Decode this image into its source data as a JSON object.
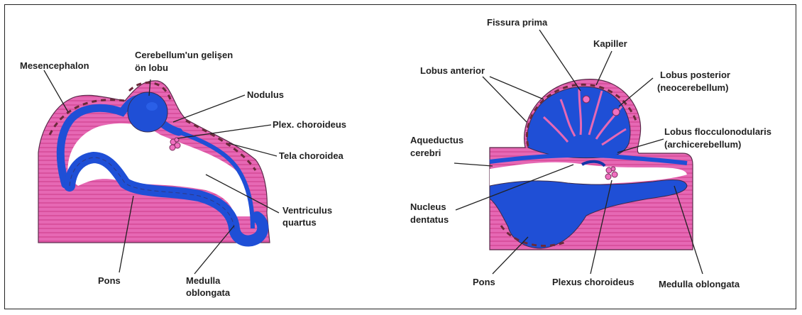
{
  "colors": {
    "tissue_pink": "#e05aa8",
    "tissue_pink_light": "#ef86c4",
    "neural_blue": "#1f4fd6",
    "neural_blue_dark": "#1436a8",
    "outline": "#3a2a4a",
    "plexus": "#f070c0"
  },
  "left_figure": {
    "labels": {
      "mesencephalon": "Mesencephalon",
      "cerebellum_line1": "Cerebellum'un gelişen",
      "cerebellum_line2": "ön lobu",
      "nodulus": "Nodulus",
      "plex_choroideus": "Plex. choroideus",
      "tela_choroidea": "Tela choroidea",
      "ventriculus_line1": "Ventriculus",
      "ventriculus_line2": "quartus",
      "pons": "Pons",
      "medulla_line1": "Medulla",
      "medulla_line2": "oblongata"
    }
  },
  "right_figure": {
    "labels": {
      "fissura_prima": "Fissura prima",
      "kapiller": "Kapiller",
      "lobus_anterior": "Lobus anterior",
      "lobus_posterior_line1": "Lobus posterior",
      "lobus_posterior_line2": "(neocerebellum)",
      "aqueductus_line1": "Aqueductus",
      "aqueductus_line2": "cerebri",
      "lobus_floc_line1": "Lobus flocculonodularis",
      "lobus_floc_line2": "(archicerebellum)",
      "nucleus_line1": "Nucleus",
      "nucleus_line2": "dentatus",
      "pons": "Pons",
      "plexus_choroideus": "Plexus choroideus",
      "medulla_oblongata": "Medulla oblongata"
    }
  }
}
